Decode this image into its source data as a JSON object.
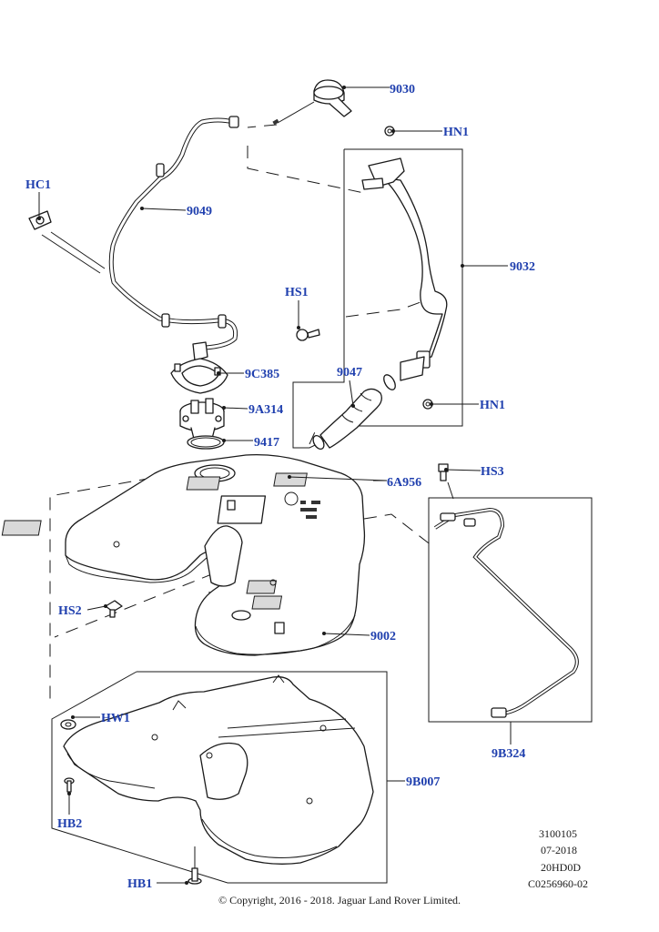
{
  "labels": {
    "l9030": "9030",
    "lHN1a": "HN1",
    "lHC1": "HC1",
    "l9049": "9049",
    "l9032": "9032",
    "lHS1": "HS1",
    "l9047": "9047",
    "lHN1b": "HN1",
    "l9C385": "9C385",
    "l9A314": "9A314",
    "l9417": "9417",
    "l6A956": "6A956",
    "lHS3": "HS3",
    "lHS2": "HS2",
    "l9002": "9002",
    "lHW1": "HW1",
    "l9B007": "9B007",
    "l9B324": "9B324",
    "lHB2": "HB2",
    "lHB1": "HB1"
  },
  "meta": {
    "line1": "3100105",
    "line2": "07-2018",
    "line3": "20HD0D",
    "line4": "C0256960-02"
  },
  "copyright": "© Copyright, 2016 - 2018. Jaguar Land Rover Limited."
}
